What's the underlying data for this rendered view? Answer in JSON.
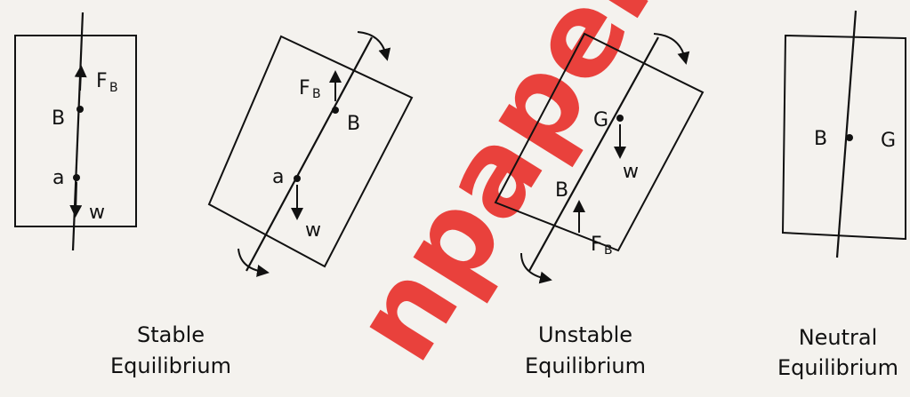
{
  "watermark": {
    "text": "npapers.",
    "color": "#e8231d"
  },
  "panels": [
    {
      "caption_line1": "Stable",
      "caption_line2": "Equilibrium",
      "point_labels": {
        "B": "B",
        "G": "a",
        "FB_main": "F",
        "FB_sub": "B",
        "W": "w"
      }
    },
    {
      "caption_line1": "",
      "caption_line2": "",
      "point_labels": {
        "B": "B",
        "G": "a",
        "FB_main": "F",
        "FB_sub": "B",
        "W": "w"
      }
    },
    {
      "caption_line1": "Unstable",
      "caption_line2": "Equilibrium",
      "point_labels": {
        "B": "B",
        "G": "G",
        "FB_main": "F",
        "FB_sub": "B",
        "W": "w"
      }
    },
    {
      "caption_line1": "Neutral",
      "caption_line2": "Equilibrium",
      "point_labels": {
        "B": "B",
        "G": "G"
      }
    }
  ]
}
